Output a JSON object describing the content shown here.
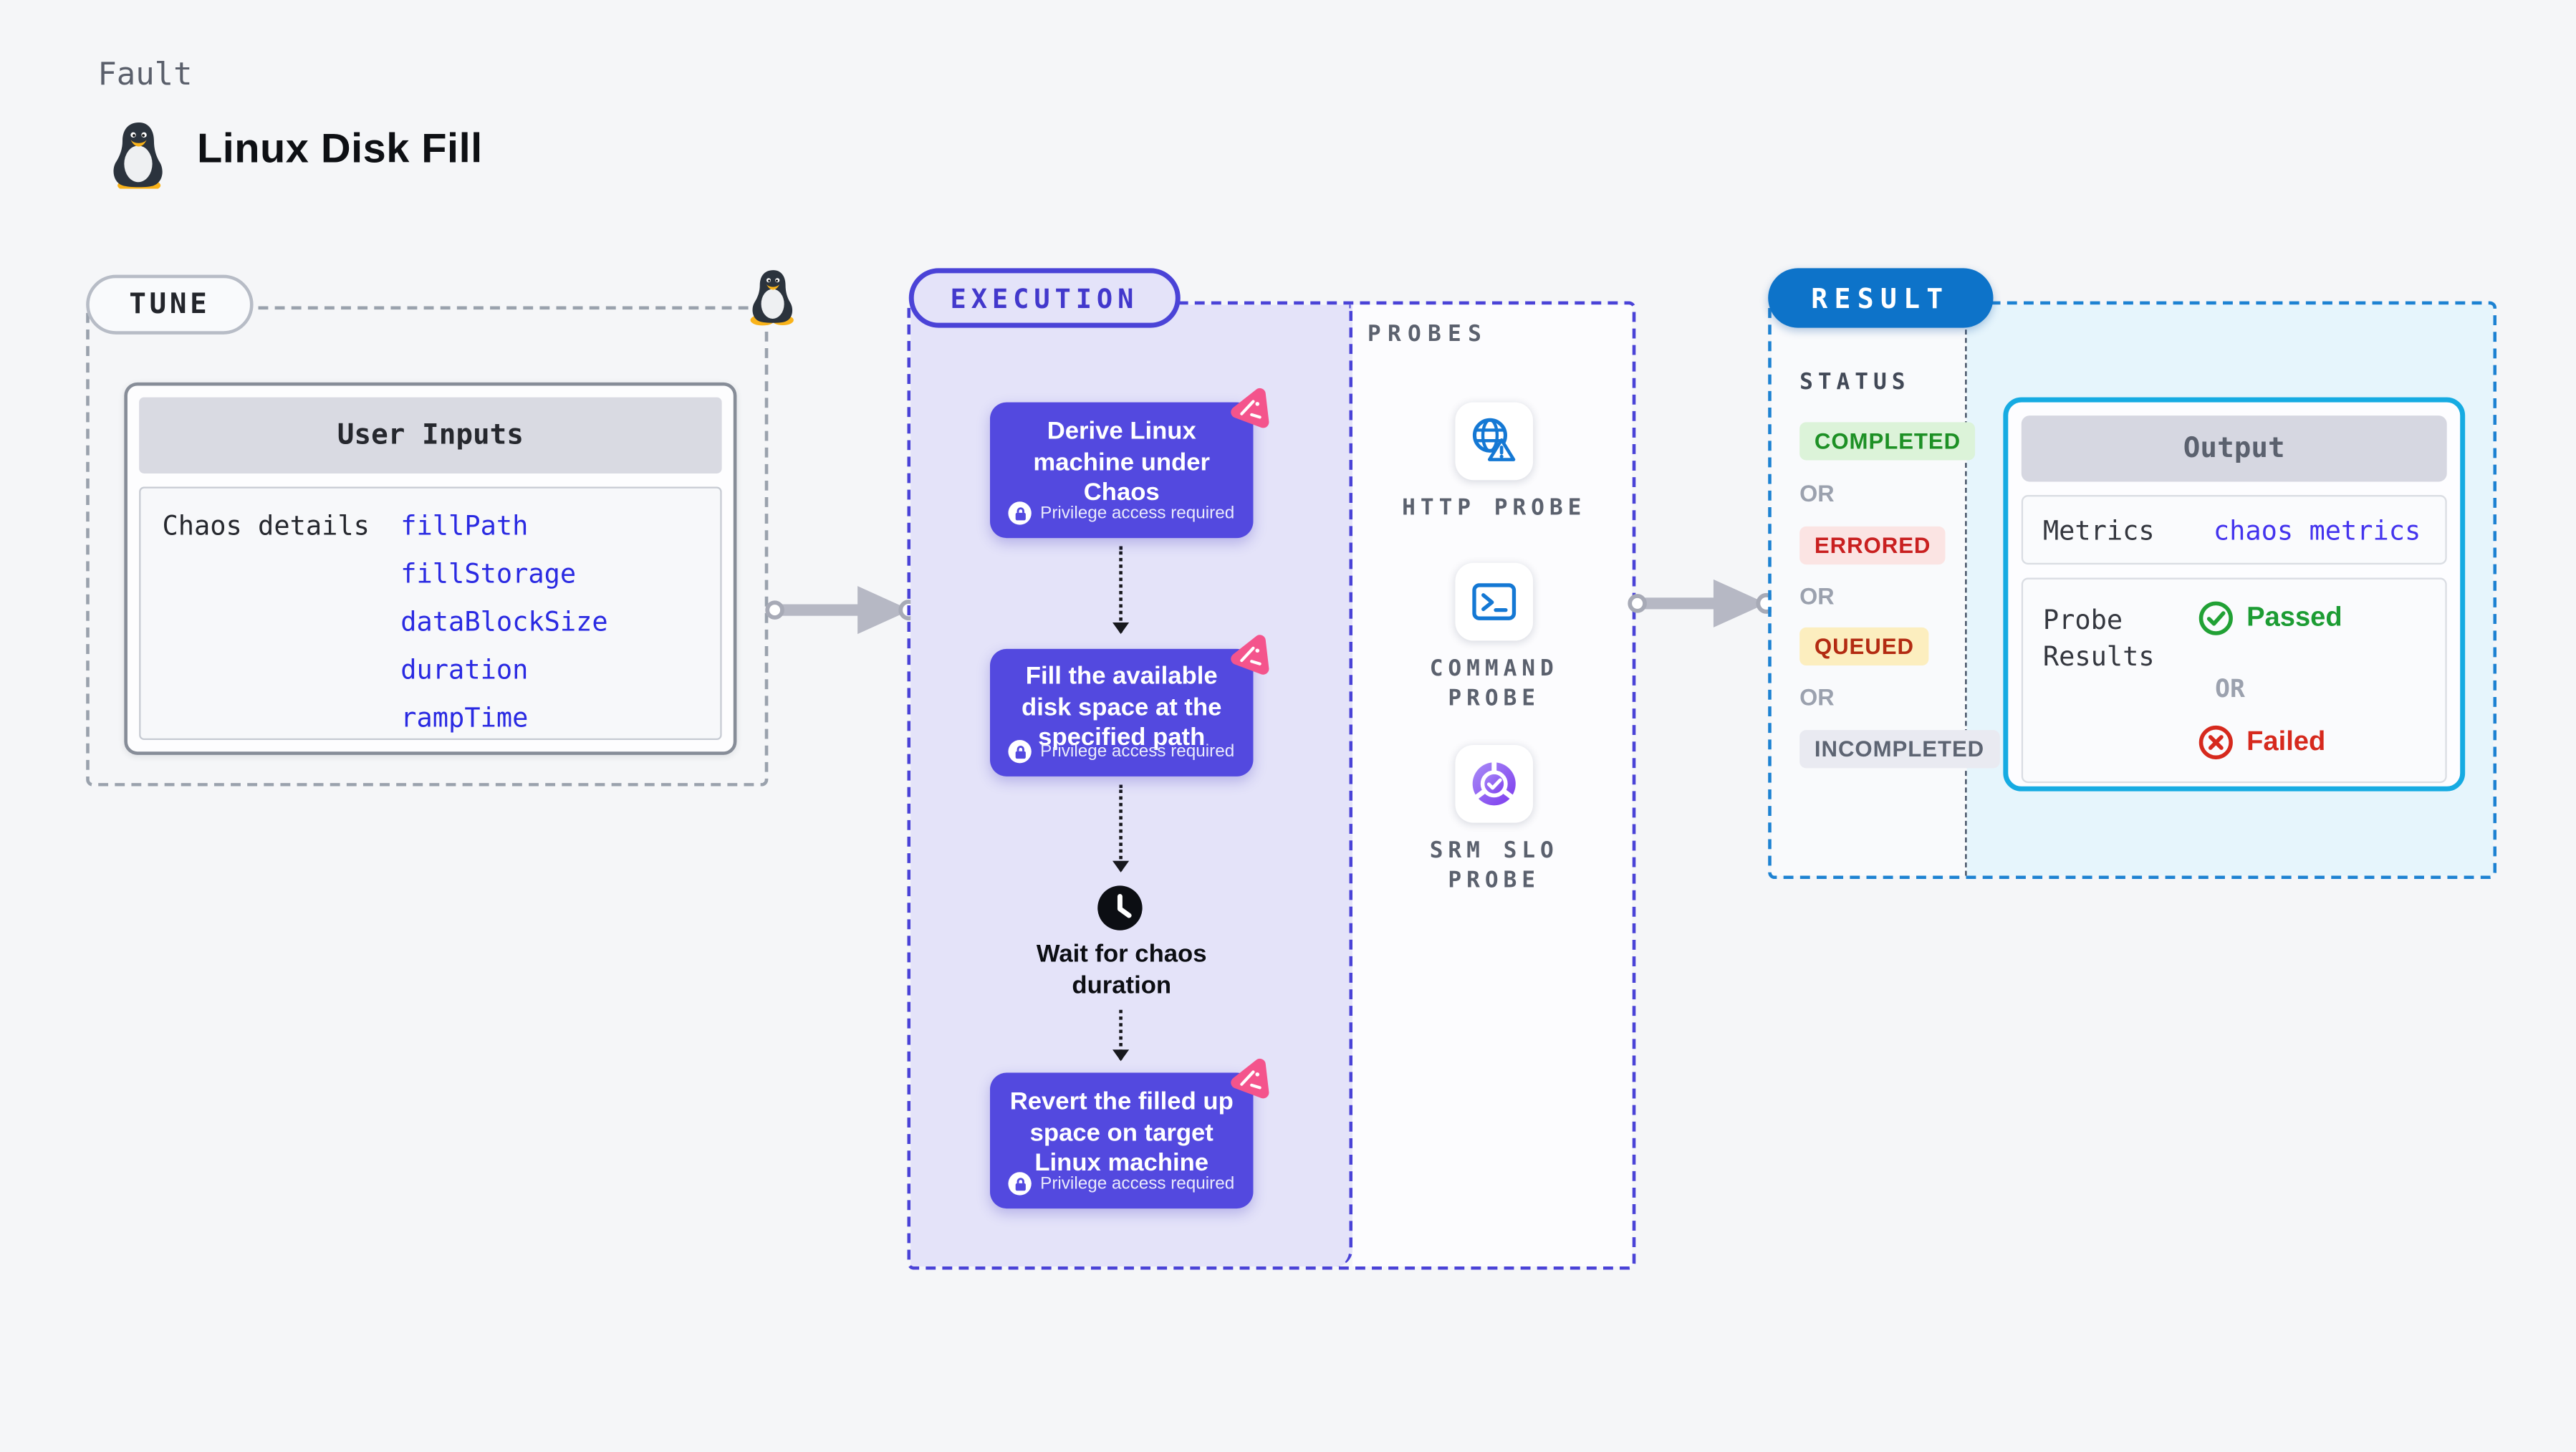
{
  "header": {
    "eyebrow": "Fault",
    "title": "Linux Disk Fill"
  },
  "tune": {
    "badge": "TUNE",
    "card_title": "User Inputs",
    "row_label": "Chaos details",
    "inputs": [
      "fillPath",
      "fillStorage",
      "dataBlockSize",
      "duration",
      "rampTime"
    ]
  },
  "execution": {
    "badge": "EXECUTION",
    "steps": [
      {
        "title": "Derive Linux machine under Chaos",
        "note": "Privilege access required",
        "icon": "chaos-litmus-badge-icon"
      },
      {
        "title": "Fill the available disk space at the specified path",
        "note": "Privilege access required",
        "icon": "chaos-litmus-badge-icon"
      },
      {
        "title": "Revert the filled up space on target Linux machine",
        "note": "Privilege access required",
        "icon": "chaos-litmus-badge-icon"
      }
    ],
    "wait_label": "Wait for chaos duration"
  },
  "probes": {
    "heading": "PROBES",
    "items": [
      {
        "label": "HTTP PROBE",
        "icon": "globe-alert-icon"
      },
      {
        "label": "COMMAND PROBE",
        "icon": "terminal-icon"
      },
      {
        "label": "SRM SLO PROBE",
        "icon": "slo-gauge-icon"
      }
    ]
  },
  "result": {
    "badge": "RESULT",
    "status_heading": "STATUS",
    "or_label": "OR",
    "statuses": [
      {
        "label": "COMPLETED",
        "fg": "#1d9025",
        "bg": "#dcf3d9"
      },
      {
        "label": "ERRORED",
        "fg": "#c92020",
        "bg": "#fbe4e3"
      },
      {
        "label": "QUEUED",
        "fg": "#b32b12",
        "bg": "#fceebf"
      },
      {
        "label": "INCOMPLETED",
        "fg": "#5d6472",
        "bg": "#e9eaf1"
      }
    ],
    "output": {
      "title": "Output",
      "metrics_label": "Metrics",
      "metrics_value": "chaos metrics",
      "probe_results_label": "Probe Results",
      "passed_label": "Passed",
      "failed_label": "Failed"
    }
  },
  "colors": {
    "page_bg": "#f5f6f8",
    "step_purple": "#5349df",
    "execution_lavender": "#e4e3f9",
    "execution_border": "#4a43d7",
    "result_border": "#1d82d2",
    "result_badge_blue": "#0d73c9",
    "output_border_cyan": "#16abe2",
    "output_panel_bg": "#e6f5fc",
    "chaos_badge_pink": "#f4548c",
    "probe_icon_blue": "#1478d4",
    "link_blue": "#4434ee",
    "passed_green": "#1c9c33",
    "failed_red": "#d6291d",
    "arrow_gray": "#b6b8c4",
    "tux_yellow": "#f9b31a"
  }
}
